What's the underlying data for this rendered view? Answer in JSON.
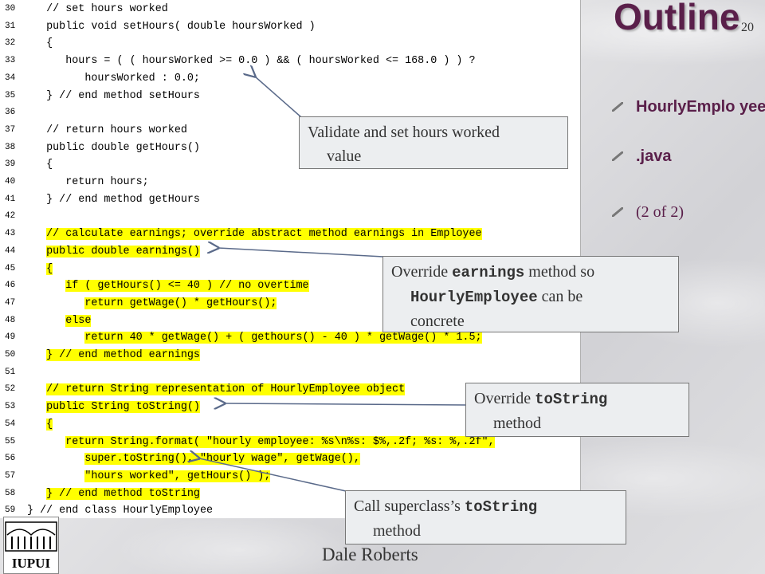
{
  "slide": {
    "title": "Outline",
    "page_number": "20",
    "author": "Dale Roberts",
    "logo_text": "IUPUI"
  },
  "bullets": [
    {
      "text": "HourlyEmplo yee"
    },
    {
      "text": ".java"
    },
    {
      "text": "(2 of 2)"
    }
  ],
  "code": [
    {
      "num": "30",
      "text": "   // set hours worked",
      "hl": false
    },
    {
      "num": "31",
      "text": "   public void setHours( double hoursWorked )",
      "hl": false
    },
    {
      "num": "32",
      "text": "   {",
      "hl": false
    },
    {
      "num": "33",
      "text": "      hours = ( ( hoursWorked >= 0.0 ) && ( hoursWorked <= 168.0 ) ) ?",
      "hl": false
    },
    {
      "num": "34",
      "text": "         hoursWorked : 0.0;",
      "hl": false
    },
    {
      "num": "35",
      "text": "   } // end method setHours",
      "hl": false
    },
    {
      "num": "36",
      "text": "",
      "hl": false
    },
    {
      "num": "37",
      "text": "   // return hours worked",
      "hl": false
    },
    {
      "num": "38",
      "text": "   public double getHours()",
      "hl": false
    },
    {
      "num": "39",
      "text": "   {",
      "hl": false
    },
    {
      "num": "40",
      "text": "      return hours;",
      "hl": false
    },
    {
      "num": "41",
      "text": "   } // end method getHours",
      "hl": false
    },
    {
      "num": "42",
      "text": "",
      "hl": false
    },
    {
      "num": "43",
      "text": "   // calculate earnings; override abstract method earnings in Employee",
      "hl": true
    },
    {
      "num": "44",
      "text": "   public double earnings()",
      "hl": true
    },
    {
      "num": "45",
      "text": "   {",
      "hl": true
    },
    {
      "num": "46",
      "text": "      if ( getHours() <= 40 ) // no overtime",
      "hl": true
    },
    {
      "num": "47",
      "text": "         return getWage() * getHours();",
      "hl": true
    },
    {
      "num": "48",
      "text": "      else",
      "hl": true
    },
    {
      "num": "49",
      "text": "         return 40 * getWage() + ( gethours() - 40 ) * getWage() * 1.5;",
      "hl": true
    },
    {
      "num": "50",
      "text": "   } // end method earnings",
      "hl": true
    },
    {
      "num": "51",
      "text": "",
      "hl": false
    },
    {
      "num": "52",
      "text": "   // return String representation of HourlyEmployee object",
      "hl": true
    },
    {
      "num": "53",
      "text": "   public String toString()",
      "hl": true
    },
    {
      "num": "54",
      "text": "   {",
      "hl": true
    },
    {
      "num": "55",
      "text": "      return String.format( \"hourly employee: %s\\n%s: $%,.2f; %s: %,.2f\",",
      "hl": true
    },
    {
      "num": "56",
      "text": "         super.toString(), \"hourly wage\", getWage(),",
      "hl": true
    },
    {
      "num": "57",
      "text": "         \"hours worked\", getHours() );",
      "hl": true
    },
    {
      "num": "58",
      "text": "   } // end method toString",
      "hl": true
    },
    {
      "num": "59",
      "text": "} // end class HourlyEmployee",
      "hl": false
    }
  ],
  "callouts": {
    "validate": {
      "line1": "Validate and set hours worked",
      "line2": "value"
    },
    "earnings": {
      "pre": "Override ",
      "mono": "earnings",
      "post": " method so",
      "mono2": "HourlyEmployee",
      "post2": " can be",
      "line3": "concrete"
    },
    "tostring": {
      "pre": "Override ",
      "mono": "toString",
      "line2": "method"
    },
    "super": {
      "pre": "Call superclass’s ",
      "mono": "toString",
      "line2": "method"
    }
  }
}
